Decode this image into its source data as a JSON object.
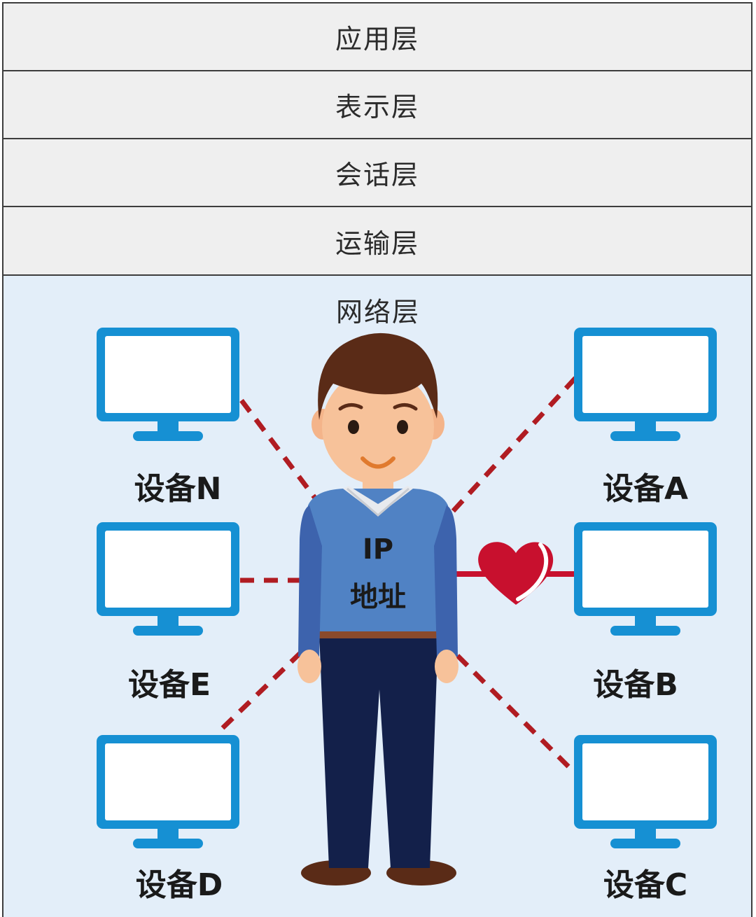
{
  "layers": {
    "application": "应用层",
    "presentation": "表示层",
    "session": "会话层",
    "transport": "运输层",
    "network": "网络层"
  },
  "person": {
    "label_line1": "IP",
    "label_line2": "地址"
  },
  "devices": {
    "n": "设备N",
    "a": "设备A",
    "e": "设备E",
    "b": "设备B",
    "d": "设备D",
    "c": "设备C"
  },
  "colors": {
    "monitor": "#1690d3",
    "dashed_link": "#b01c22",
    "heart": "#c8102e",
    "sweater": "#5082c4",
    "pants": "#13204a",
    "hair": "#5a2b17"
  }
}
